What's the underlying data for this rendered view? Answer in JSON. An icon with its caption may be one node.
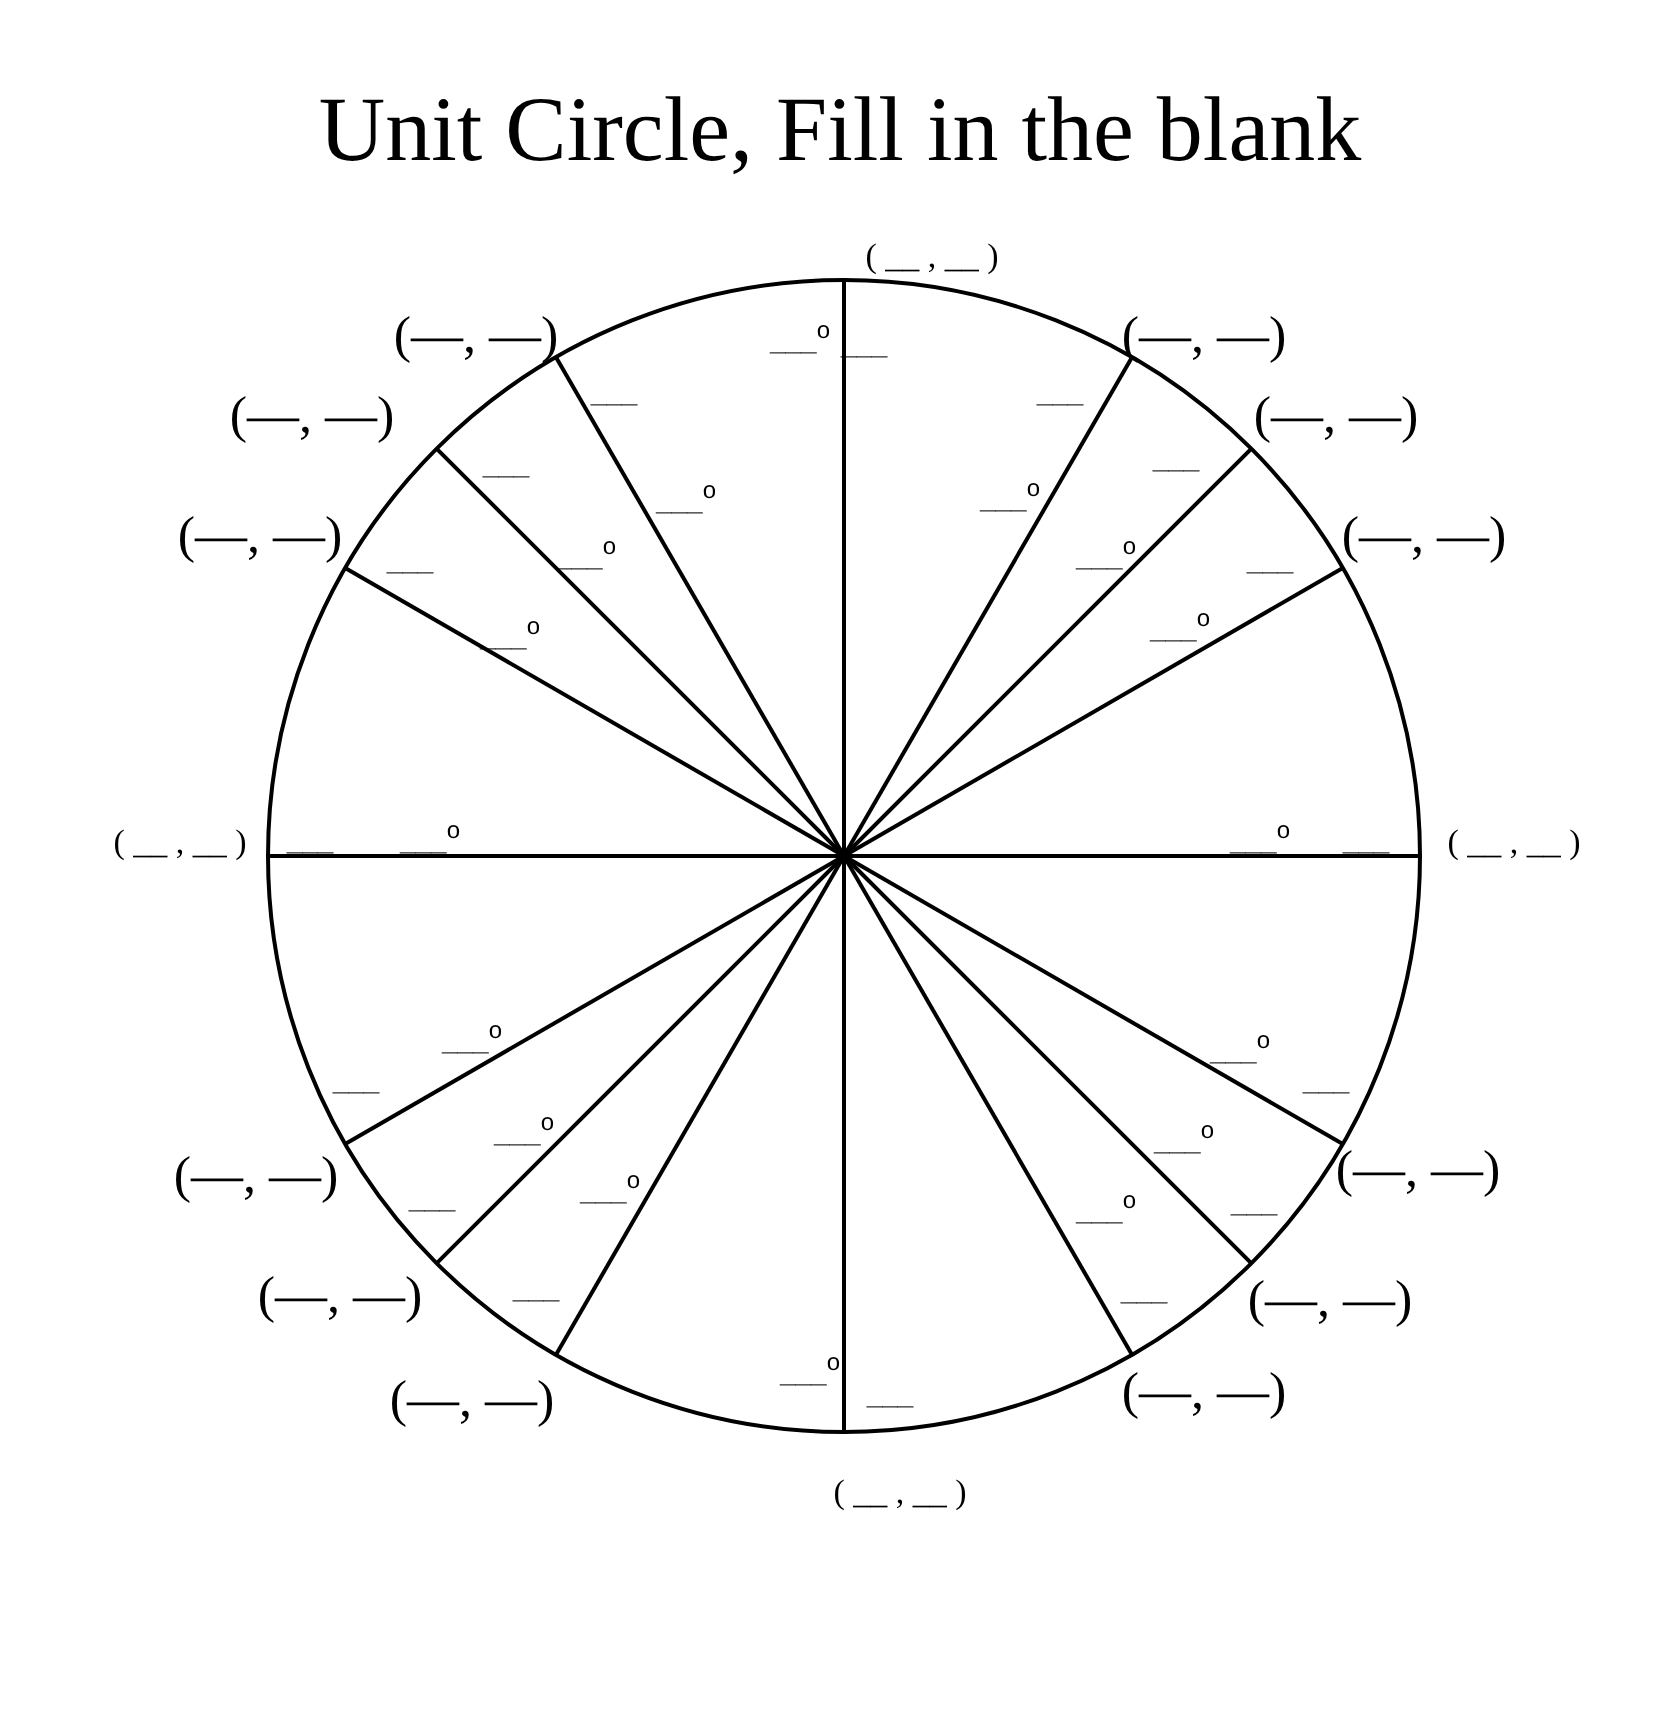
{
  "diagram": {
    "title": "Unit Circle, Fill in the blank",
    "labels": [
      "( __ , __ )",
      "___$^{o}$",
      "___",
      "(—, —)",
      "___$^{o}$",
      "___",
      "(—, —)",
      "___$^{o}$",
      "___",
      "(—, —)",
      "___$^{o}$",
      "___",
      "( __ , __ )",
      "___$^{o}$",
      "___",
      "(—, —)",
      "___$^{o}$",
      "___",
      "(—, —)",
      "___$^{o}$",
      "___",
      "(—, —)",
      "___$^{o}$",
      "___",
      "( __ , __ )",
      "___$^{o}$",
      "___",
      "(—, —)",
      "___$^{o}$",
      "___",
      "(—, —)",
      "___$^{o}$",
      "___",
      "(—, —)",
      "___$^{o}$",
      "___",
      "( __ , __ )",
      "___$^{o}$",
      "___",
      "(—, —)",
      "___$^{o}$",
      "___",
      "(—, —)",
      "___$^{o}$",
      "___",
      "(—, —)",
      "___$^{o}$",
      "___"
    ]
  }
}
